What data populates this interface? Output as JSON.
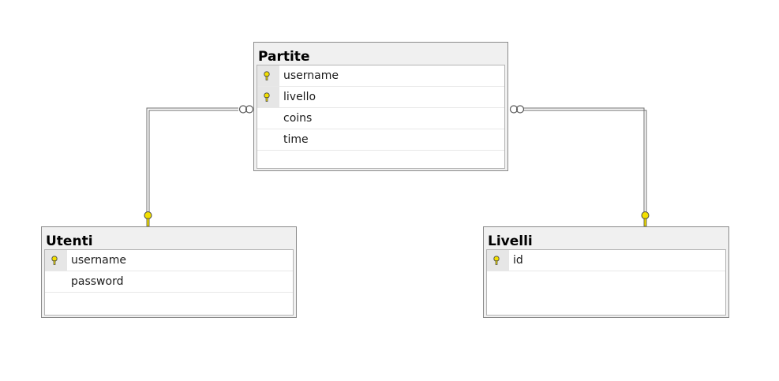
{
  "tables": {
    "partite": {
      "name": "Partite",
      "columns": [
        {
          "name": "username",
          "key": true
        },
        {
          "name": "livello",
          "key": true
        },
        {
          "name": "coins",
          "key": false
        },
        {
          "name": "time",
          "key": false
        }
      ]
    },
    "utenti": {
      "name": "Utenti",
      "columns": [
        {
          "name": "username",
          "key": true
        },
        {
          "name": "password",
          "key": false
        }
      ]
    },
    "livelli": {
      "name": "Livelli",
      "columns": [
        {
          "name": "id",
          "key": true
        }
      ]
    }
  },
  "relationships": [
    {
      "from": "Utenti",
      "to": "Partite",
      "one_end": "key-icon",
      "many_end": "infinity-icon"
    },
    {
      "from": "Livelli",
      "to": "Partite",
      "one_end": "key-icon",
      "many_end": "infinity-icon"
    }
  ],
  "colors": {
    "key_fill": "#f3e000",
    "border": "#8a8a8a",
    "header_bg": "#f0f0f0"
  }
}
